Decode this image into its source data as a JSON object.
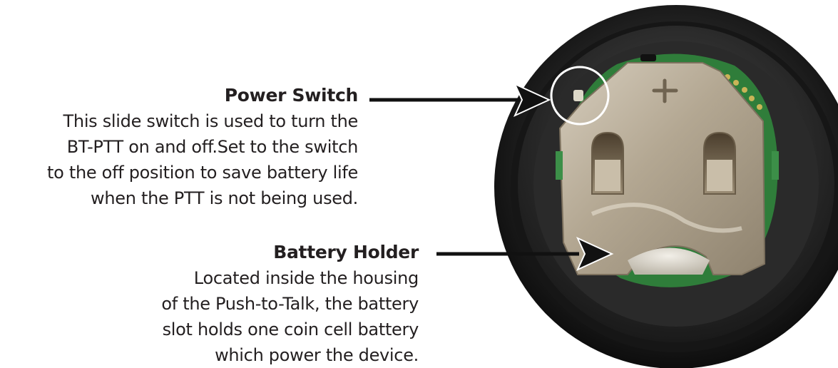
{
  "power_switch": {
    "title": "Power Switch",
    "description": "This slide switch is used to turn the\nBT-PTT on and off.Set to the switch\nto the off position to save battery life\nwhen the PTT is not being used."
  },
  "battery_holder": {
    "title": "Battery Holder",
    "description": "Located inside the housing\nof the Push-to-Talk, the battery\nslot holds one coin cell battery\nwhich power the device."
  },
  "colors": {
    "text": "#231f20",
    "housing": "#1c1c1c",
    "pcb": "#2f7d3a",
    "metal": "#b8ab98",
    "arrow": "#111111"
  },
  "icons": [
    "device-photo-illustration",
    "plus-icon",
    "arrow-icon",
    "highlight-circle"
  ]
}
